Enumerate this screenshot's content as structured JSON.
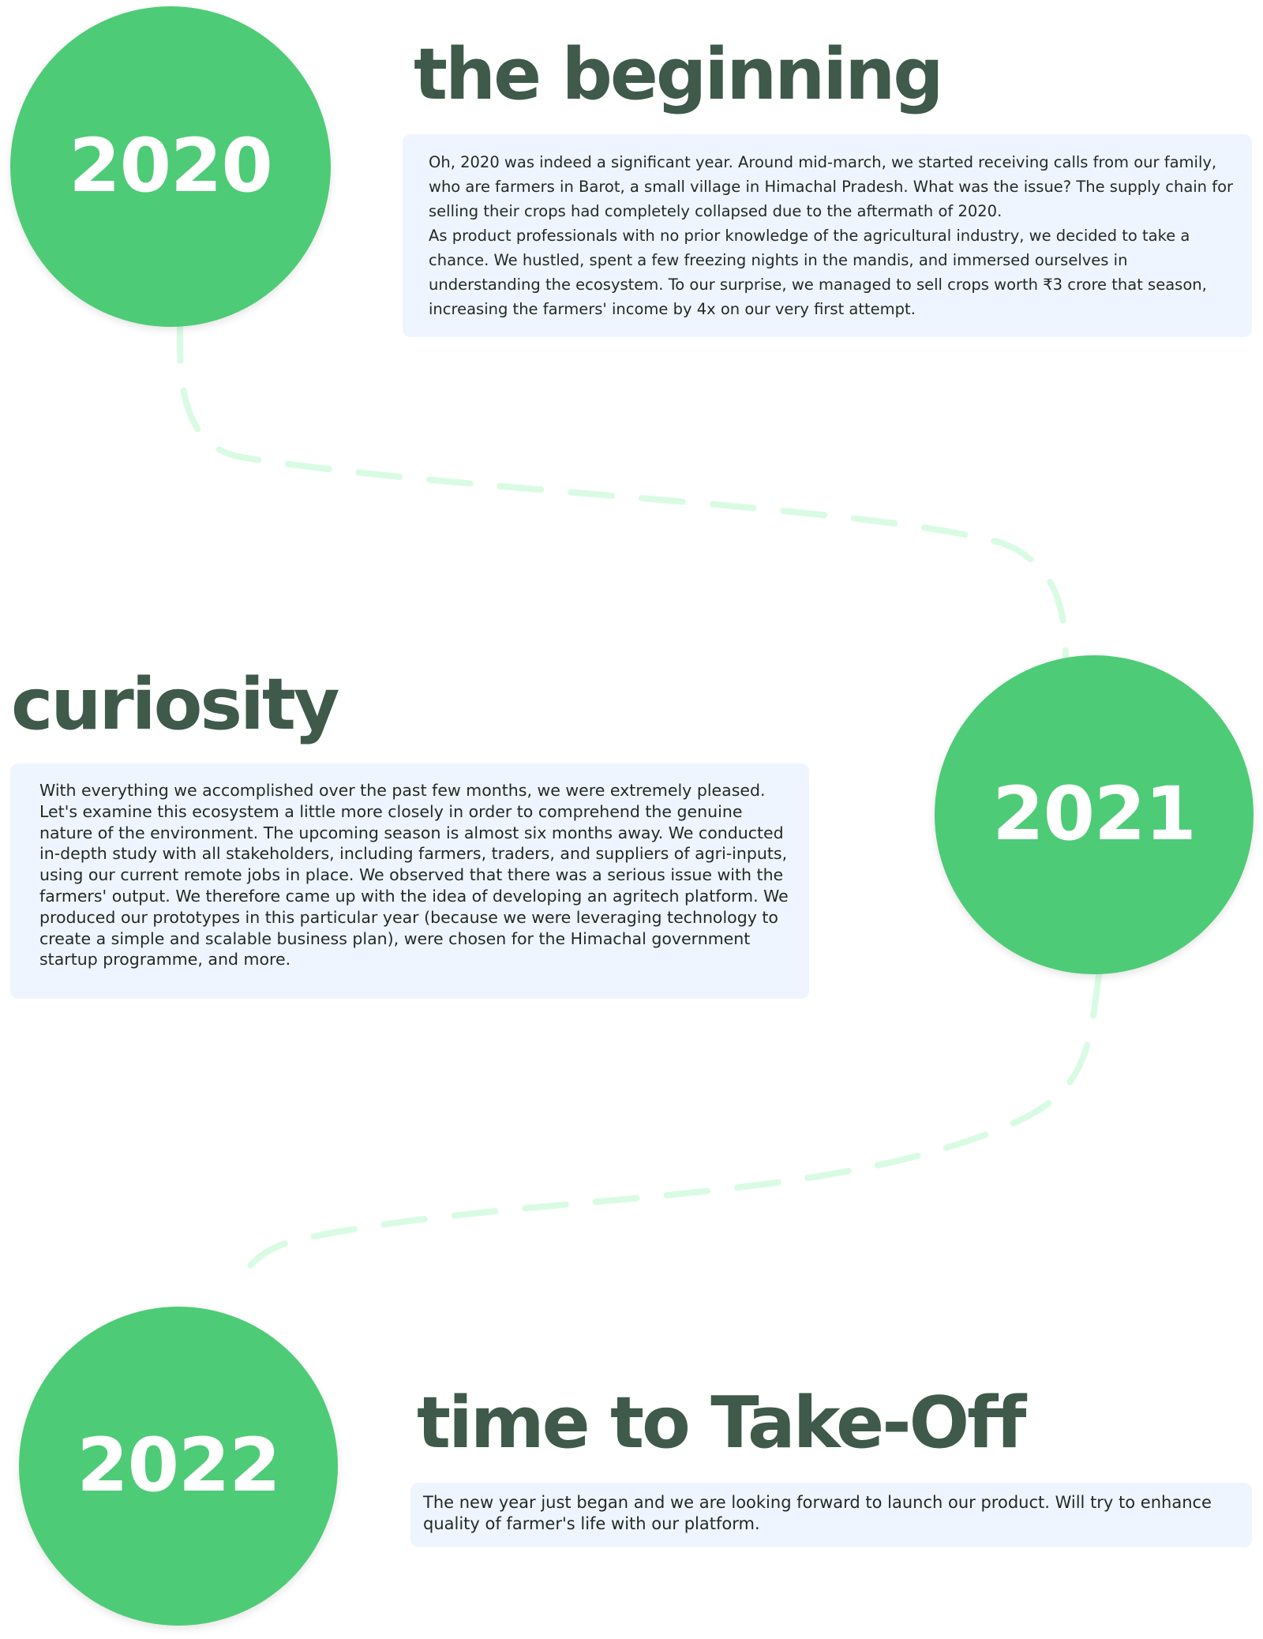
{
  "timeline": {
    "connector_color": "#d9fbe4",
    "circle_color": "#4ecb76",
    "heading_color": "#3f5a4a",
    "card_background": "#eef5fe",
    "milestones": [
      {
        "year": "2020",
        "title": "the beginning",
        "paragraphs": [
          "Oh, 2020 was indeed a significant year. Around mid-march, we started receiving calls from our family, who are farmers in Barot, a small village in Himachal Pradesh. What was the issue? The supply chain for selling their crops had completely collapsed due to the aftermath of 2020.",
          "As product professionals with no prior knowledge of the agricultural industry, we decided to take a chance. We hustled, spent a few freezing nights in the mandis, and immersed ourselves in understanding the ecosystem. To our surprise, we managed to sell crops worth ₹3 crore that season, increasing the farmers' income by 4x on our very first attempt."
        ]
      },
      {
        "year": "2021",
        "title": "curiosity",
        "paragraphs": [
          "With everything we accomplished over the past few months, we were extremely pleased. Let's examine this ecosystem a little more closely in order to comprehend the genuine nature of the environment. The upcoming season is almost six months away. We conducted in-depth study with all stakeholders, including farmers, traders, and suppliers of agri-inputs, using our current remote jobs in place. We observed that there was a serious issue with the farmers' output. We therefore came up with the idea of developing an agritech platform. We produced our prototypes in this particular year (because we were leveraging technology to create a simple and scalable business plan), were chosen for the Himachal government startup programme, and more."
        ]
      },
      {
        "year": "2022",
        "title": "time to Take-Off",
        "paragraphs": [
          "The new year just began and we are looking forward to launch our product. Will try to enhance quality of farmer's life with our platform."
        ]
      }
    ]
  }
}
